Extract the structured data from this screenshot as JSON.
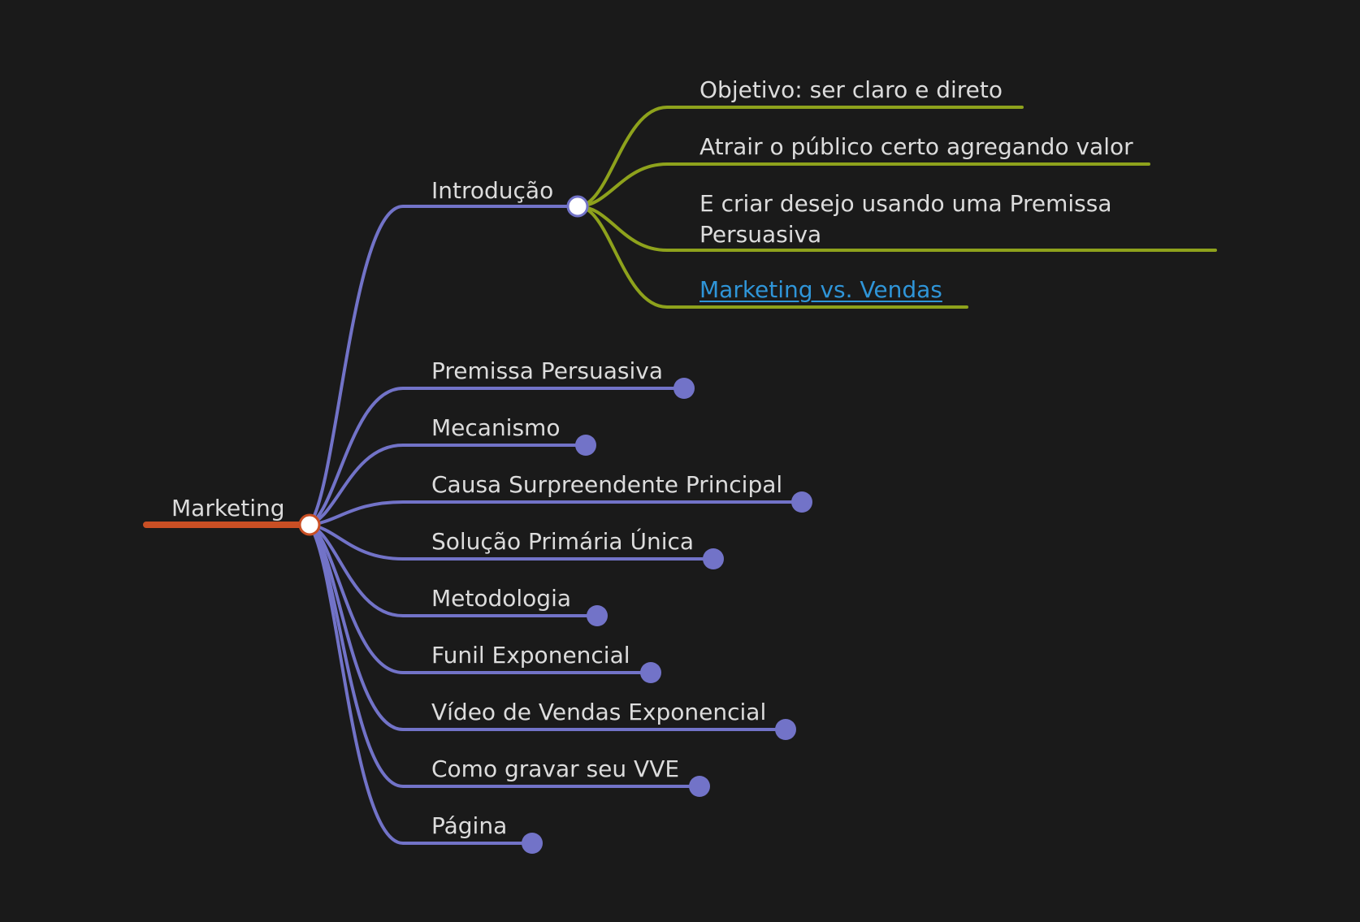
{
  "colors": {
    "background": "#1a1a1a",
    "root_branch": "#c94f24",
    "level1_branch": "#7273c8",
    "level2_branch": "#8ea21c",
    "text": "#dcdcdc",
    "link": "#2f95d8"
  },
  "mindmap": {
    "root": {
      "label": "Marketing"
    },
    "children": [
      {
        "label": "Introdução",
        "expanded": true,
        "children": [
          {
            "label": "Objetivo: ser claro e direto"
          },
          {
            "label": "Atrair o público certo agregando valor"
          },
          {
            "label": "E criar desejo usando uma Premissa Persuasiva"
          },
          {
            "label": "Marketing vs. Vendas",
            "is_link": true
          }
        ]
      },
      {
        "label": "Premissa Persuasiva",
        "collapsed": true
      },
      {
        "label": "Mecanismo",
        "collapsed": true
      },
      {
        "label": "Causa Surpreendente Principal",
        "collapsed": true
      },
      {
        "label": "Solução Primária Única",
        "collapsed": true
      },
      {
        "label": "Metodologia",
        "collapsed": true
      },
      {
        "label": "Funil Exponencial",
        "collapsed": true
      },
      {
        "label": "Vídeo de Vendas Exponencial",
        "collapsed": true
      },
      {
        "label": "Como gravar seu VVE",
        "collapsed": true
      },
      {
        "label": "Página",
        "collapsed": true
      }
    ]
  }
}
